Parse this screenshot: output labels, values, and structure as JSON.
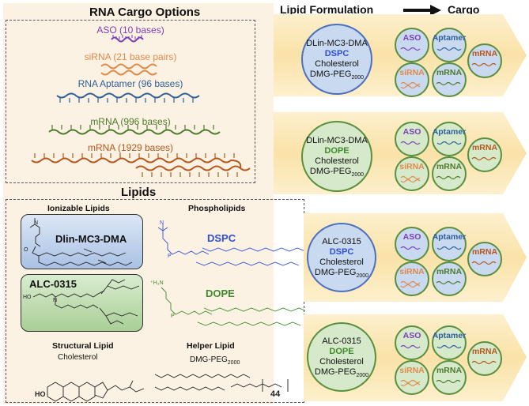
{
  "cargo_panel": {
    "title": "RNA Cargo Options",
    "items": [
      {
        "label": "ASO (10 bases)",
        "color": "#7b3fb5"
      },
      {
        "label": "siRNA (21 base pairs)",
        "color": "#e08a4a"
      },
      {
        "label": "RNA Aptamer (96 bases)",
        "color": "#2e5f9a"
      },
      {
        "label": "mRNA (996 bases)",
        "color": "#4f7a2c"
      },
      {
        "label": "mRNA (1929 bases)",
        "color": "#b5571c"
      }
    ]
  },
  "lipids_panel": {
    "title": "Lipids",
    "ionizable_title": "Ionizable Lipids",
    "phospholipids_title": "Phospholipids",
    "dlin_label": "Dlin-MC3-DMA",
    "alc_label": "ALC-0315",
    "dspc_label": "DSPC",
    "dope_label": "DOPE",
    "structural_title": "Structural Lipid",
    "cholesterol_label": "Cholesterol",
    "ho_label": "HO",
    "helper_title": "Helper Lipid",
    "peg_label": "DMG-PEG",
    "peg_sub": "2000",
    "peg_n": "44",
    "dspc_charge": "N",
    "dope_charge": "⁺H₃N"
  },
  "header_right": {
    "lipid_formulation": "Lipid Formulation",
    "cargo": "Cargo"
  },
  "formulations": [
    {
      "ionizable": "DLin-MC3-DMA",
      "phospholipid": "DSPC",
      "phos_color": "#2e4fd6",
      "cholesterol": "Cholesterol",
      "peg": "DMG-PEG",
      "peg_sub": "2000",
      "fill": "#c9d9f0",
      "border": "#4d6fc0"
    },
    {
      "ionizable": "DLin-MC3-DMA",
      "phospholipid": "DOPE",
      "phos_color": "#3f8a2c",
      "cholesterol": "Cholesterol",
      "peg": "DMG-PEG",
      "peg_sub": "2000",
      "fill": "#d6eacb",
      "border": "#5a8f3e"
    },
    {
      "ionizable": "ALC-0315",
      "phospholipid": "DSPC",
      "phos_color": "#2e4fd6",
      "cholesterol": "Cholesterol",
      "peg": "DMG-PEG",
      "peg_sub": "2000",
      "fill": "#c9d9f0",
      "border": "#4d6fc0"
    },
    {
      "ionizable": "ALC-0315",
      "phospholipid": "DOPE",
      "phos_color": "#3f8a2c",
      "cholesterol": "Cholesterol",
      "peg": "DMG-PEG",
      "peg_sub": "2000",
      "fill": "#d6eacb",
      "border": "#5a8f3e"
    }
  ],
  "cargo_chips": {
    "aso": "ASO",
    "aptamer": "Aptamer",
    "sirna": "siRNA",
    "mrna": "mRNA"
  }
}
